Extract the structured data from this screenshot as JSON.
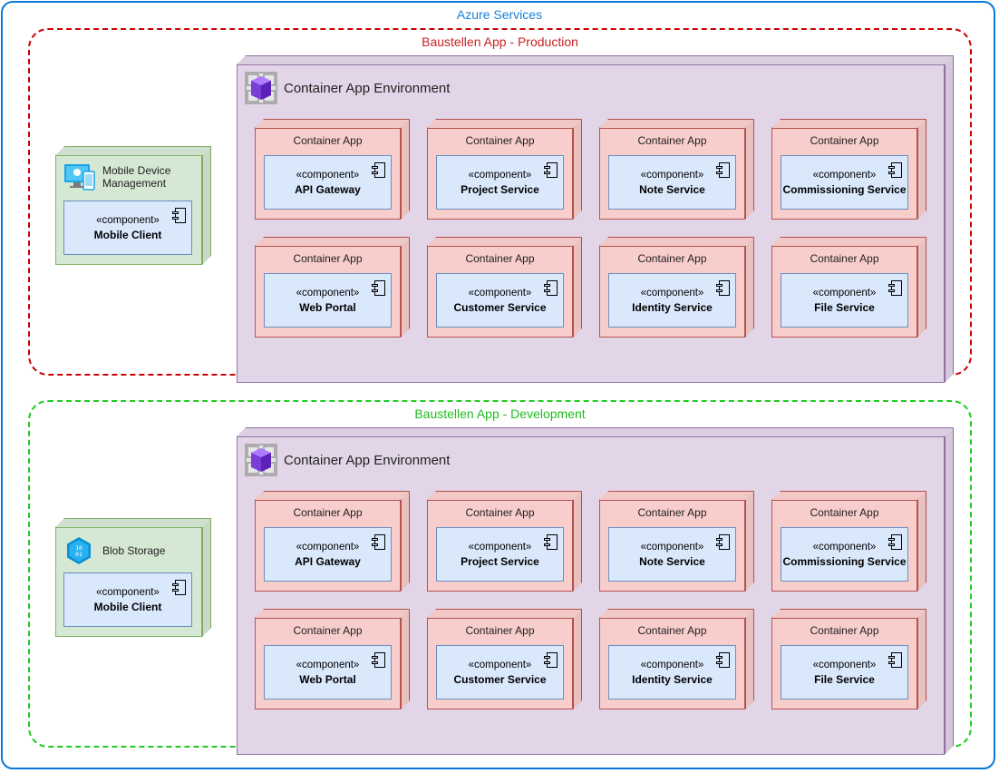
{
  "azure_title": "Azure Services",
  "colors": {
    "azure_border": "#0a7ad6",
    "production_border": "#cc0000",
    "production_title": "#cc2222",
    "development_border": "#1ecb1e",
    "development_title": "#22bb22",
    "container_env_fill": "#e1d5e7",
    "container_app_fill": "#f8cecc",
    "component_fill": "#dae8fc",
    "device_fill": "#d5e8d4"
  },
  "environments": [
    {
      "title": "Baustellen App - Production",
      "device": {
        "label_line1": "Mobile Device",
        "label_line2": "Management",
        "icon": "intune-device-management-icon",
        "component": {
          "stereotype": "«component»",
          "name": "Mobile Client"
        }
      },
      "container_env": {
        "label": "Container App Environment",
        "icon": "container-app-environment-icon",
        "apps": [
          {
            "label": "Container App",
            "stereotype": "«component»",
            "name": "API Gateway"
          },
          {
            "label": "Container App",
            "stereotype": "«component»",
            "name": "Project Service"
          },
          {
            "label": "Container App",
            "stereotype": "«component»",
            "name": "Note Service"
          },
          {
            "label": "Container App",
            "stereotype": "«component»",
            "name": "Commissioning Service"
          },
          {
            "label": "Container App",
            "stereotype": "«component»",
            "name": "Web Portal"
          },
          {
            "label": "Container App",
            "stereotype": "«component»",
            "name": "Customer Service"
          },
          {
            "label": "Container App",
            "stereotype": "«component»",
            "name": "Identity Service"
          },
          {
            "label": "Container App",
            "stereotype": "«component»",
            "name": "File Service"
          }
        ]
      }
    },
    {
      "title": "Baustellen App - Development",
      "device": {
        "label_line1": "Blob Storage",
        "label_line2": "",
        "icon": "blob-storage-icon",
        "component": {
          "stereotype": "«component»",
          "name": "Mobile Client"
        }
      },
      "container_env": {
        "label": "Container App Environment",
        "icon": "container-app-environment-icon",
        "apps": [
          {
            "label": "Container App",
            "stereotype": "«component»",
            "name": "API Gateway"
          },
          {
            "label": "Container App",
            "stereotype": "«component»",
            "name": "Project Service"
          },
          {
            "label": "Container App",
            "stereotype": "«component»",
            "name": "Note Service"
          },
          {
            "label": "Container App",
            "stereotype": "«component»",
            "name": "Commissioning Service"
          },
          {
            "label": "Container App",
            "stereotype": "«component»",
            "name": "Web Portal"
          },
          {
            "label": "Container App",
            "stereotype": "«component»",
            "name": "Customer Service"
          },
          {
            "label": "Container App",
            "stereotype": "«component»",
            "name": "Identity Service"
          },
          {
            "label": "Container App",
            "stereotype": "«component»",
            "name": "File Service"
          }
        ]
      }
    }
  ]
}
